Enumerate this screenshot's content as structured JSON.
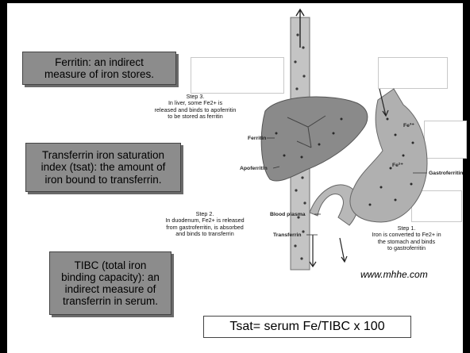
{
  "callouts": {
    "ferritin": "Ferritin: an indirect measure of iron stores.",
    "tsat": "Transferrin iron saturation index (tsat): the amount of iron bound to transferrin.",
    "tibc": "TIBC (total iron binding capacity): an indirect measure of transferrin in serum."
  },
  "steps": {
    "step3": "Step 3.\nIn liver, some Fe2+ is\nreleased and binds to apoferritin\nto be stored as ferritin",
    "step2": "Step 2.\nIn duodenum, Fe2+ is released\nfrom gastroferritin, is absorbed\nand binds to transferrin",
    "step1": "Step 1.\nIron is converted to Fe2+ in\nthe stomach and binds\nto gastroferritin"
  },
  "labels": {
    "ferritin": "Ferritin",
    "apoferritin": "Apoferritin",
    "blood_plasma": "Blood plasma",
    "transferrin": "Transferrin",
    "gastroferritin": "Gastroferritin",
    "fe3": "Fe³⁺",
    "fe2": "Fe²⁺"
  },
  "credit": "www.mhhe.com",
  "formula": "Tsat= serum Fe/TIBC x 100",
  "colors": {
    "callout_fill": "#8c8c8c",
    "organ_fill": "#8a8a8a",
    "vessel_fill": "#c4c4c4"
  }
}
